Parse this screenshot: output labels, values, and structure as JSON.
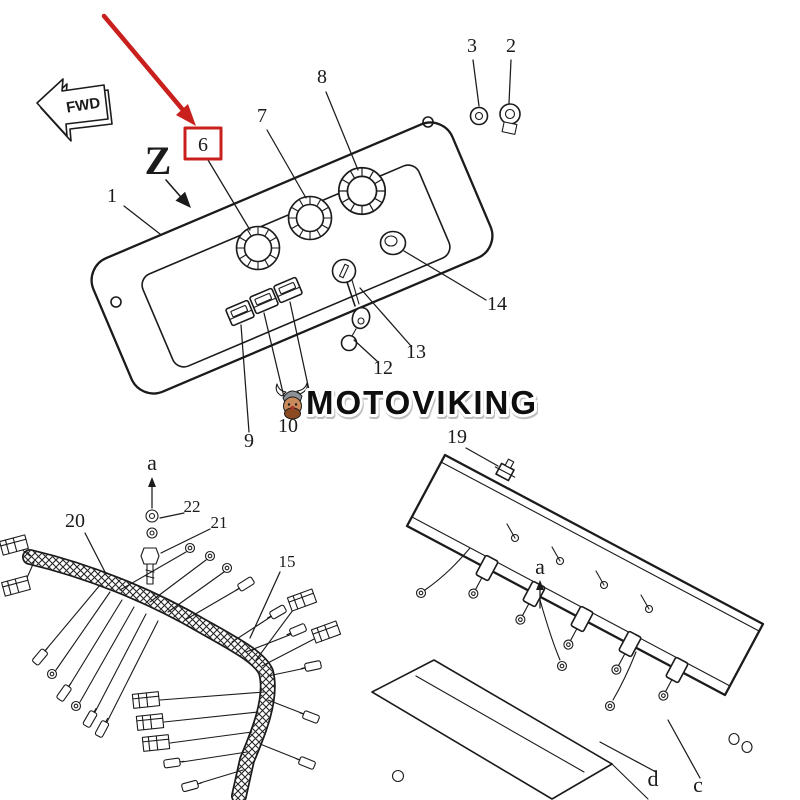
{
  "page": {
    "type": "exploded-parts-diagram",
    "background": "#ffffff"
  },
  "brand": {
    "logo_text": "MOTOVIKING"
  },
  "markers": {
    "fwd": "FWD",
    "view": "Z",
    "ref_a_left": "a",
    "ref_a_right": "a",
    "ref_d": "d",
    "ref_c": "c"
  },
  "highlight": {
    "part": "6"
  },
  "colors": {
    "ink": "#1b1b1b",
    "highlight_red": "#c9201d",
    "paper": "#ffffff"
  },
  "parts": {
    "p1": "1",
    "p2": "2",
    "p3": "3",
    "p6": "6",
    "p7": "7",
    "p8": "8",
    "p9": "9",
    "p10": "10",
    "p12": "12",
    "p13": "13",
    "p14": "14",
    "p15": "15",
    "p19": "19",
    "p20": "20",
    "p21": "21",
    "p22": "22"
  }
}
